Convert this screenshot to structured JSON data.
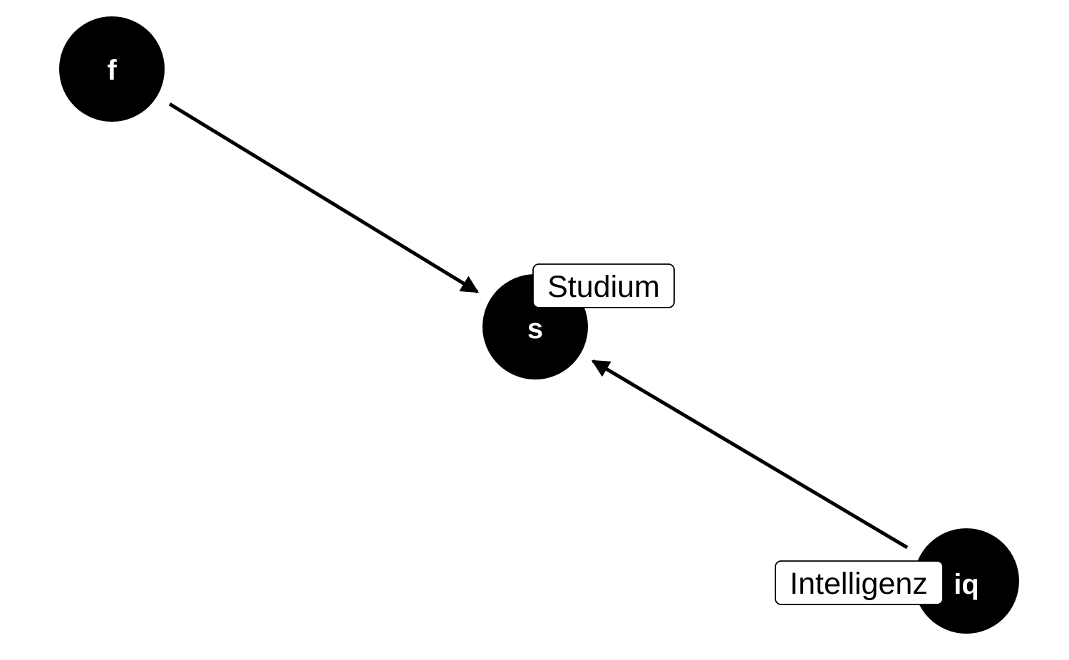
{
  "colors": {
    "node_fill": "#000000",
    "node_text": "#ffffff",
    "edge": "#000000",
    "label_background": "#ffffff"
  },
  "nodes": {
    "f": {
      "name": "f"
    },
    "s": {
      "name": "s",
      "label": "Studium"
    },
    "iq": {
      "name": "iq",
      "label": "Intelligenz"
    }
  },
  "edges": [
    {
      "from": "f",
      "to": "s"
    },
    {
      "from": "iq",
      "to": "s"
    }
  ]
}
